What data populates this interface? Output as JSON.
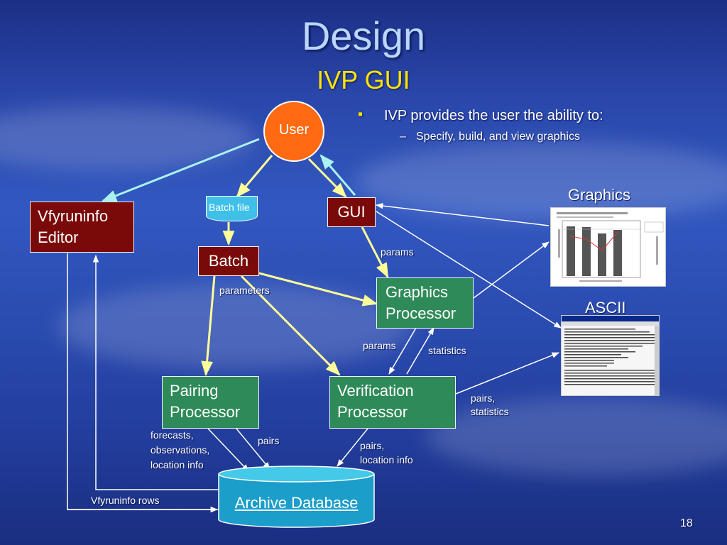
{
  "title": "Design",
  "subtitle": "IVP GUI",
  "bullets": {
    "main": "IVP provides the user the ability to:",
    "sub": "Specify, build, and view graphics"
  },
  "nodes": {
    "user": "User",
    "editor_line1": "Vfyruninfo",
    "editor_line2": "Editor",
    "batch_file": "Batch file",
    "gui": "GUI",
    "batch": "Batch",
    "graphics_processor_line1": "Graphics",
    "graphics_processor_line2": "Processor",
    "pairing_line1": "Pairing",
    "pairing_line2": "Processor",
    "verification_line1": "Verification",
    "verification_line2": "Processor",
    "archive": "Archive Database"
  },
  "outputs": {
    "graphics": "Graphics",
    "ascii": "ASCII"
  },
  "edge_labels": {
    "params_top": "params",
    "parameters": "parameters",
    "params_bottom": "params",
    "statistics": "statistics",
    "pairs_stats_1": "pairs,",
    "pairs_stats_2": "statistics",
    "forecasts_1": "forecasts,",
    "forecasts_2": "observations,",
    "forecasts_3": "location info",
    "pairs": "pairs",
    "pairs_loc_1": "pairs,",
    "pairs_loc_2": "location info",
    "vfyruninfo_rows": "Vfyruninfo rows"
  },
  "page_number": "18",
  "colors": {
    "title": "#b9d6ff",
    "subtitle": "#ffe400",
    "user_node": "#ff6a12",
    "red_box": "#7a0a0a",
    "green_box": "#2e8a58",
    "database": "#1b9ec9",
    "batch_file": "#3fc0e8",
    "arrow_yellow": "#ffff99",
    "arrow_cyan": "#aaf2f0"
  }
}
